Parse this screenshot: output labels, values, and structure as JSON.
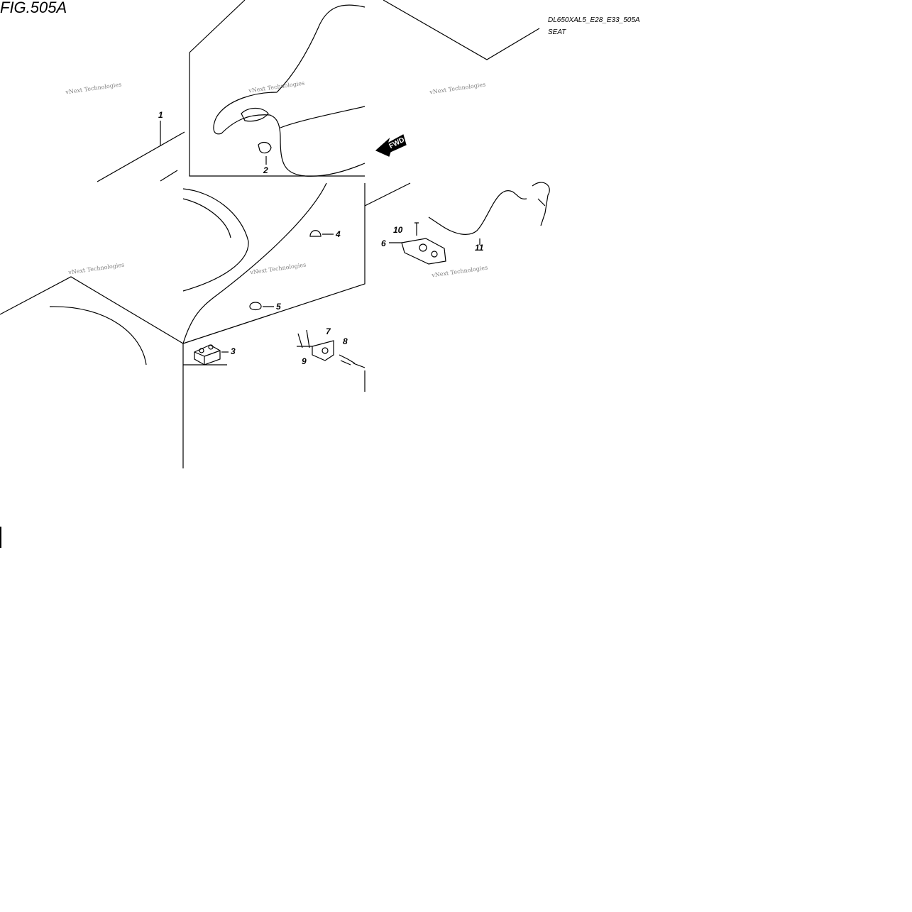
{
  "figure": {
    "title": "FIG.505A",
    "model_code": "DL650XAL5_E28_E33_505A",
    "section": "SEAT",
    "direction_label": "FWD"
  },
  "callouts": [
    {
      "id": "1",
      "text": "1"
    },
    {
      "id": "2",
      "text": "2"
    },
    {
      "id": "3",
      "text": "3"
    },
    {
      "id": "4",
      "text": "4"
    },
    {
      "id": "5",
      "text": "5"
    },
    {
      "id": "6",
      "text": "6"
    },
    {
      "id": "7",
      "text": "7"
    },
    {
      "id": "8",
      "text": "8"
    },
    {
      "id": "9",
      "text": "9"
    },
    {
      "id": "10",
      "text": "10"
    },
    {
      "id": "11",
      "text": "11"
    }
  ],
  "watermark": "vNext Technologies",
  "colors": {
    "line": "#000000",
    "background": "#ffffff",
    "watermark": "#555555"
  }
}
